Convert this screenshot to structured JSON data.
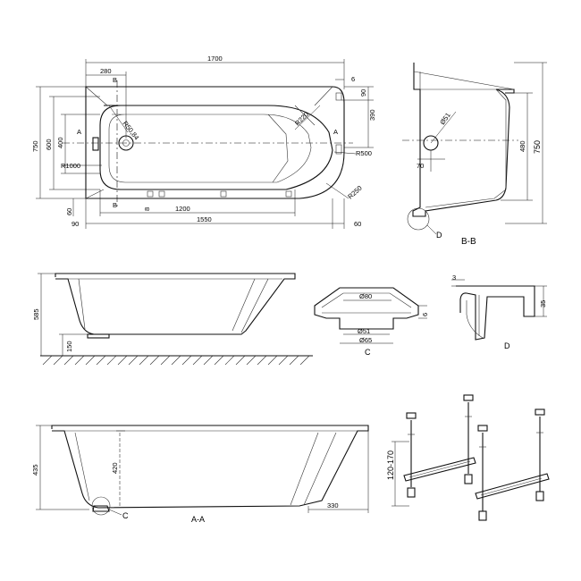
{
  "dimensions": {
    "top_view": {
      "overall_length": "1700",
      "waste_offset": "280",
      "right_rim": "6",
      "right_top_height": "90",
      "right_mid_height": "390",
      "width_overall": "750",
      "width_inner_600": "600",
      "width_inner_400": "400",
      "radius_50": "R50,84",
      "radius_220": "R220",
      "radius_1000": "R1000",
      "radius_500": "R500",
      "radius_250": "R250",
      "left_step": "60",
      "left_bottom": "90",
      "small_8": "8",
      "inner_1200": "1200",
      "inner_1550": "1550",
      "right_bottom": "60"
    },
    "section_bb": {
      "hole_diameter": "Ø51",
      "offset_70": "70",
      "height_480": "480",
      "height_750": "750"
    },
    "side_view": {
      "height_585": "585",
      "foot_150": "150"
    },
    "detail_c": {
      "d80": "Ø80",
      "d51": "Ø51",
      "d65": "Ø65",
      "h6": "6"
    },
    "detail_d": {
      "t3": "3",
      "h35": "35"
    },
    "section_aa": {
      "height_435": "435",
      "depth_420": "420",
      "end_330": "330"
    },
    "legs": {
      "adjust_range": "120-170"
    }
  },
  "labels": {
    "cut_a_left": "A",
    "cut_a_right": "A",
    "cut_b_top": "B",
    "cut_b_bottom": "B",
    "detail_d_callout": "D",
    "section_bb": "B-B",
    "detail_c": "C",
    "detail_d": "D",
    "detail_c_callout": "C",
    "section_aa": "A-A"
  }
}
